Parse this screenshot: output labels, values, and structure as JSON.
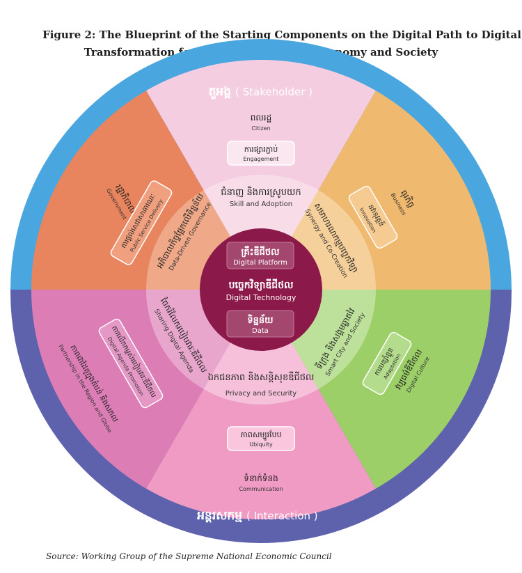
{
  "figure": {
    "title_line1": "Figure 2: The Blueprint of the Starting Components on the Digital Path to Digital",
    "title_line2": "Transformation for Cambodia's Digital Economy and Society",
    "source": "Source: Working Group of the Supreme National Economic Council"
  },
  "rings": {
    "top_km": "តួអង្គ",
    "top_en": "( Stakeholder )",
    "bottom_km": "អន្តរសកម្ម",
    "bottom_en": "( Interaction )"
  },
  "core": {
    "platform_km": "គ្រឹះឌីជីថល",
    "platform_en": "Digital Platform",
    "tech_km": "បច្ចេកវិទ្យាឌីជីថល",
    "tech_en": "Digital Technology",
    "data_km": "ទិន្នន័យ",
    "data_en": "Data"
  },
  "segments": {
    "top": {
      "outer_km": "ពលរដ្ឋ",
      "outer_en": "Citizen",
      "box_km": "ការផ្សារភ្ជាប់",
      "box_en": "Engagement",
      "inner_km": "ជំនាញ និងការស្រូបយក",
      "inner_en": "Skill and Adoption"
    },
    "upper_left": {
      "outer_km": "រដ្ឋាភិបាល",
      "outer_en": "Government",
      "box_km": "ការផ្តល់សេវាសាធារណៈ",
      "box_en": "Public Service Delivery",
      "inner_km": "អភិបាលកិច្ចផ្អែកលើទិន្នន័យ",
      "inner_en": "Data-Driven Governance"
    },
    "upper_right": {
      "outer_km": "ធុរកិច្ច",
      "outer_en": "Business",
      "box_km": "នវានុវត្តន៍",
      "box_en": "Innovation",
      "inner_km": "សមាហរណកម្មបច្ចេកវិទ្យា",
      "inner_en": "Synergy and Co-Creation"
    },
    "lower_left": {
      "outer_km": "ភាពជាដៃគូក្នុងតំបន់ និងសកល",
      "outer_en": "Partnership in the Region and Globe",
      "box_km": "ការលើកកម្ពស់របៀបវារៈឌីជីថល",
      "box_en": "Digital Agenda Promotion",
      "inner_km": "ចែករំលែករបៀបវារៈឌីជីថល",
      "inner_en": "Sharing Digital Agenda"
    },
    "lower_right": {
      "outer_km": "វប្បធម៌ឌីជីថល",
      "outer_en": "Digital Culture",
      "box_km": "ការបន្សាំខ្លួន",
      "box_en": "Adaptation",
      "inner_km": "ទីក្រុង និងសង្គមឆ្លាតវៃ",
      "inner_en": "Smart City and Society"
    },
    "bottom": {
      "outer_km": "ទំនាក់ទំនង",
      "outer_en": "Communication",
      "box_km": "ភាពសម្បូរបែប",
      "box_en": "Ubiquity",
      "inner_km": "ឯកជនភាព និងសន្តិសុខឌីជីថល",
      "inner_en": "Privacy and Security"
    }
  },
  "colors": {
    "ring_top": "#4aa6de",
    "ring_bottom": "#5e62ad",
    "top": "#f5cde0",
    "upper_left": "#e8845e",
    "upper_right": "#f0b970",
    "lower_left": "#dc7db6",
    "lower_right": "#9ccf68",
    "bottom": "#f09bc4",
    "core": "#8b1a4a"
  }
}
